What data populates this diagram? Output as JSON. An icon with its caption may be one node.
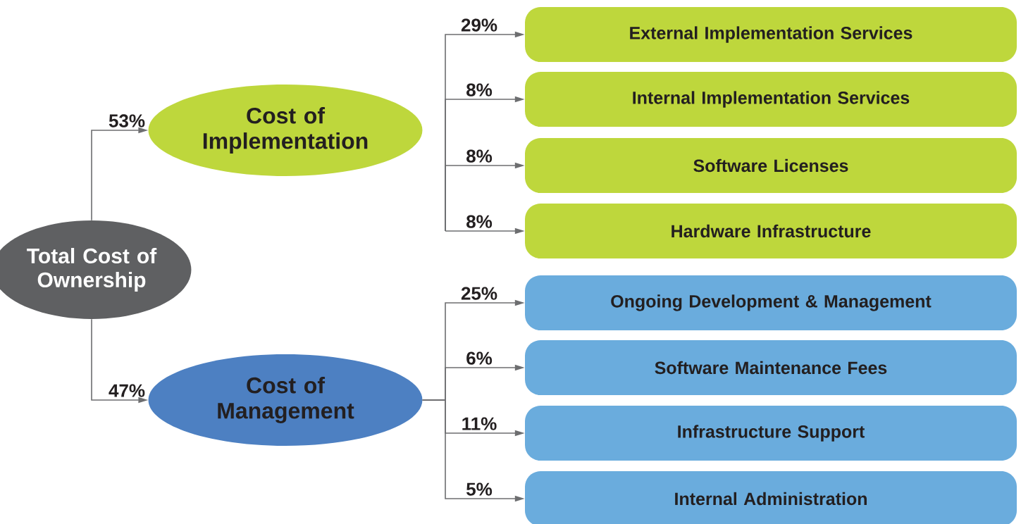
{
  "diagram": {
    "nodes": [
      {
        "text": [
          "Total Cost of Ownership"
        ]
      },
      {
        "text": [
          "Cost of Implementation"
        ]
      },
      {
        "text": [
          "Cost of Management"
        ]
      },
      {
        "text": [
          "External Implementation Services"
        ]
      },
      {
        "text": [
          "Internal Implementation Services"
        ]
      },
      {
        "text": [
          "Software Licenses"
        ]
      },
      {
        "text": [
          "Hardware Infrastructure"
        ]
      },
      {
        "text": [
          "Ongoing Development &  Management"
        ]
      },
      {
        "text": [
          "Software Maintenance Fees"
        ]
      },
      {
        "text": [
          "Infrastructure Support"
        ]
      },
      {
        "text": [
          "Internal Administration"
        ]
      }
    ],
    "edges": [
      {
        "from": 0,
        "to": 1,
        "arrow": "to",
        "label": "53%"
      },
      {
        "from": 0,
        "to": 2,
        "arrow": "to",
        "label": "47%"
      },
      {
        "from": null,
        "to": 3,
        "arrow": "to",
        "label": "29%"
      },
      {
        "from": null,
        "to": 4,
        "arrow": "to",
        "label": "8%"
      },
      {
        "from": null,
        "to": 5,
        "arrow": "to",
        "label": "8%"
      },
      {
        "from": null,
        "to": 6,
        "arrow": "to",
        "label": "8%"
      },
      {
        "from": 2,
        "to": 7,
        "arrow": "to",
        "label": "25%"
      },
      {
        "from": 2,
        "to": 8,
        "arrow": "to",
        "label": "6%"
      },
      {
        "from": 2,
        "to": 9,
        "arrow": "to",
        "label": "11%"
      },
      {
        "from": 2,
        "to": 10,
        "arrow": "to",
        "label": "5%"
      }
    ]
  }
}
